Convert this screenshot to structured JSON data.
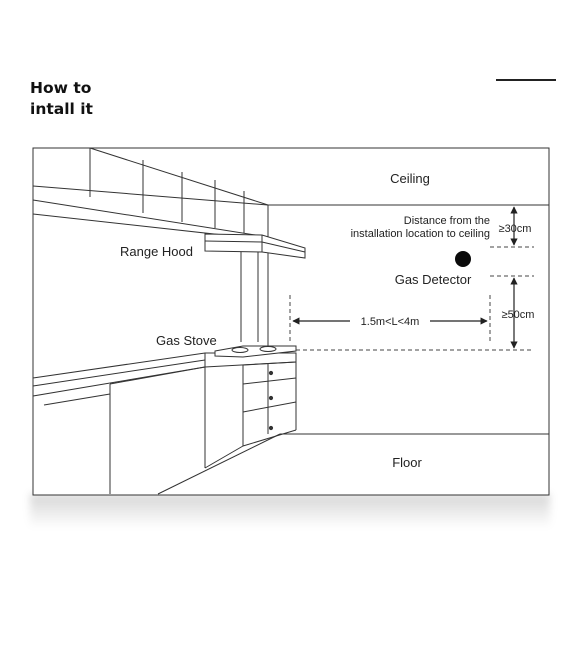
{
  "heading": {
    "line1": "How to",
    "line2": "intall it"
  },
  "labels": {
    "ceiling": "Ceiling",
    "floor": "Floor",
    "range_hood": "Range Hood",
    "gas_stove": "Gas Stove",
    "gas_detector": "Gas Detector",
    "distance_line1": "Distance from the",
    "distance_line2": "installation location to ceiling",
    "ceiling_gap": "≥30cm",
    "height_gap": "≥50cm",
    "horizontal_range": "1.5m<L<4m"
  }
}
